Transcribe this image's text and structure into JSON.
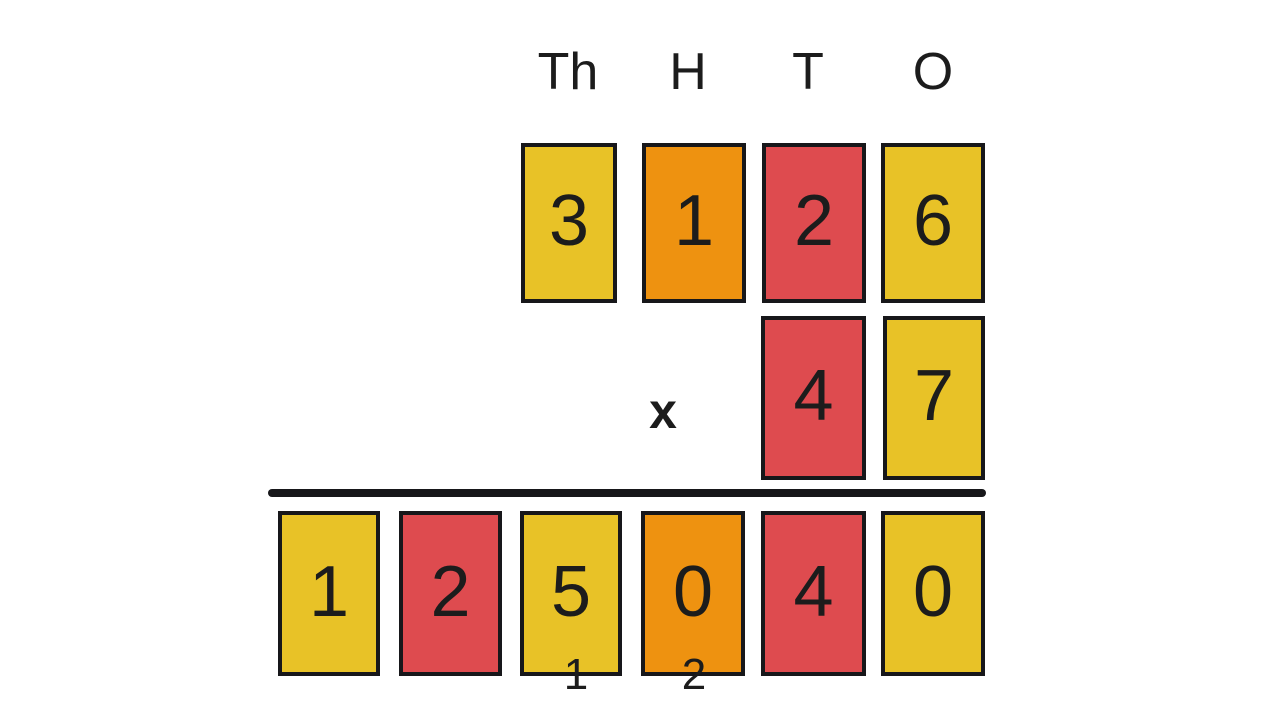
{
  "worksheet": {
    "title": "Column multiplication with place-value cards",
    "background_color": "#ffffff",
    "ink_color": "#1c1c1c"
  },
  "palette": {
    "yellow": "#e8c227",
    "orange": "#ee9210",
    "red": "#de4b4f",
    "outline": "#17171a"
  },
  "headers": [
    {
      "label": "Th",
      "name": "thousands"
    },
    {
      "label": "H",
      "name": "hundreds"
    },
    {
      "label": "T",
      "name": "tens"
    },
    {
      "label": "O",
      "name": "ones"
    }
  ],
  "operator": {
    "symbol": "x",
    "name": "multiply"
  },
  "rows": {
    "multiplicand": {
      "value": "3126",
      "cards": [
        {
          "digit": "3",
          "color": "yellow",
          "column": "Th"
        },
        {
          "digit": "1",
          "color": "orange",
          "column": "H"
        },
        {
          "digit": "2",
          "color": "red",
          "column": "T"
        },
        {
          "digit": "6",
          "color": "yellow",
          "column": "O"
        }
      ]
    },
    "multiplier": {
      "value": "47",
      "cards": [
        {
          "digit": "4",
          "color": "red",
          "column": "T"
        },
        {
          "digit": "7",
          "color": "yellow",
          "column": "O"
        }
      ]
    },
    "product": {
      "value": "125040",
      "cards": [
        {
          "digit": "1",
          "color": "yellow",
          "carry": ""
        },
        {
          "digit": "2",
          "color": "red",
          "carry": ""
        },
        {
          "digit": "5",
          "color": "yellow",
          "carry": "1"
        },
        {
          "digit": "0",
          "color": "orange",
          "carry": "2"
        },
        {
          "digit": "4",
          "color": "red",
          "carry": ""
        },
        {
          "digit": "0",
          "color": "yellow",
          "carry": ""
        }
      ]
    }
  }
}
